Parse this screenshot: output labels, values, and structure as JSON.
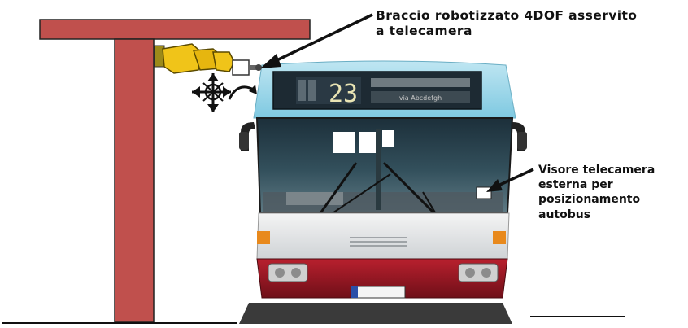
{
  "labels": {
    "arm_line1": "Braccio robotizzato 4DOF asservito",
    "arm_line2": "a telecamera",
    "visor_line1": "Visore telecamera",
    "visor_line2": "esterna per",
    "visor_line3": "posizionamento",
    "visor_line4": "autobus"
  },
  "bus": {
    "route_number": "23",
    "destination": "via Abcdefgh"
  },
  "colors": {
    "gantry": "#c0504d",
    "bus_roof": "#8fd3e8",
    "bus_bumper": "#a01d2a",
    "robot_arm": "#f0c419"
  }
}
